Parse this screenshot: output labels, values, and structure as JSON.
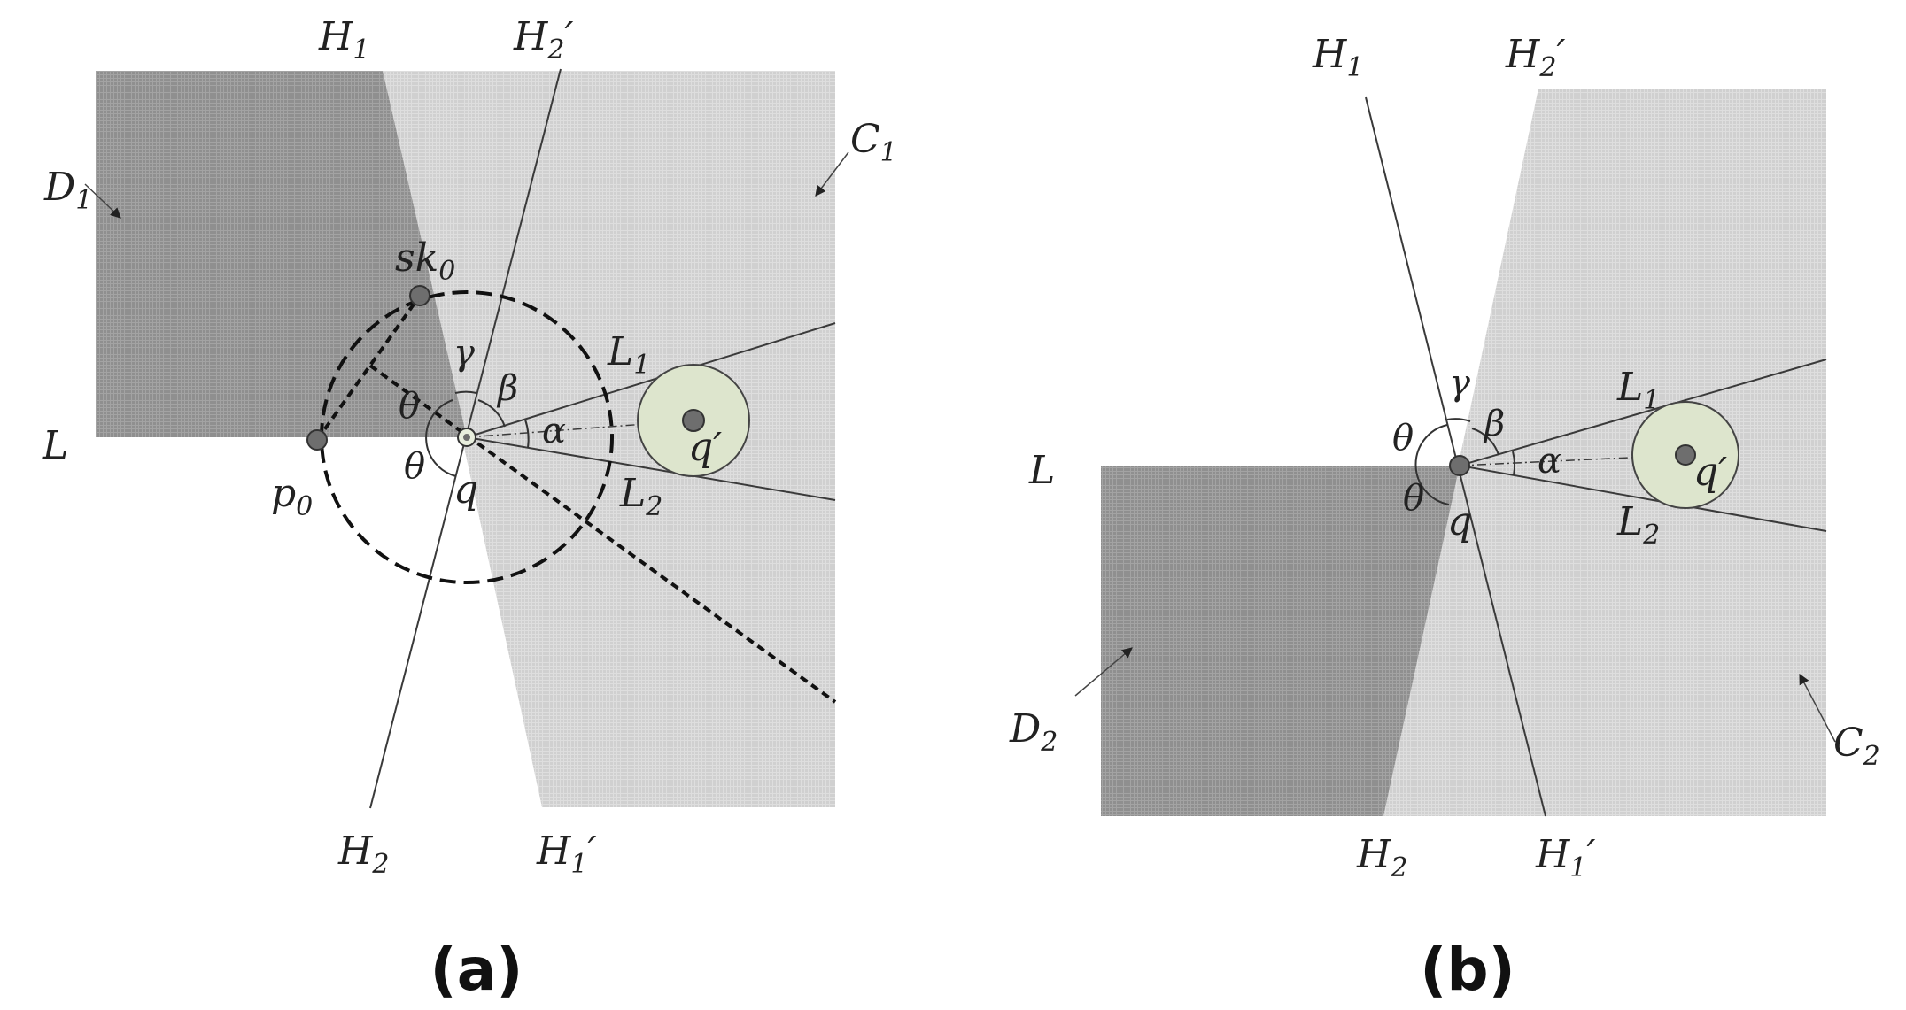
{
  "colors": {
    "dark_region": "#8f8f8f",
    "light_region": "#d2d2d2",
    "disk_fill": "#dde5cd",
    "point_fill": "#6e6e6e",
    "line": "#3a3a3a"
  },
  "panel_a": {
    "caption": "a",
    "labels": {
      "H1": "H",
      "H1_sub": "1",
      "H2p": "H",
      "H2p_sub": "2",
      "H2p_prime": "′",
      "C1": "C",
      "C1_sub": "1",
      "D1": "D",
      "D1_sub": "1",
      "sk0": "sk",
      "sk0_sub": "0",
      "L": "L",
      "L1": "L",
      "L1_sub": "1",
      "L2": "L",
      "L2_sub": "2",
      "gamma": "γ",
      "beta": "β",
      "theta_top": "θ",
      "theta_bottom": "θ",
      "alpha": "α",
      "q": "q",
      "qprime": "q′",
      "p0": "p",
      "p0_sub": "0",
      "H2": "H",
      "H2_sub": "2",
      "H1p": "H",
      "H1p_sub": "1",
      "H1p_prime": "′"
    }
  },
  "panel_b": {
    "caption": "b",
    "labels": {
      "H1": "H",
      "H1_sub": "1",
      "H2p": "H",
      "H2p_sub": "2",
      "H2p_prime": "′",
      "L": "L",
      "L1": "L",
      "L1_sub": "1",
      "L2": "L",
      "L2_sub": "2",
      "gamma": "γ",
      "beta": "β",
      "theta_top": "θ",
      "theta_bottom": "θ",
      "alpha": "α",
      "q": "q",
      "qprime": "q′",
      "D2": "D",
      "D2_sub": "2",
      "C2": "C",
      "C2_sub": "2",
      "H2": "H",
      "H2_sub": "2",
      "H1p": "H",
      "H1p_sub": "1",
      "H1p_prime": "′"
    }
  }
}
